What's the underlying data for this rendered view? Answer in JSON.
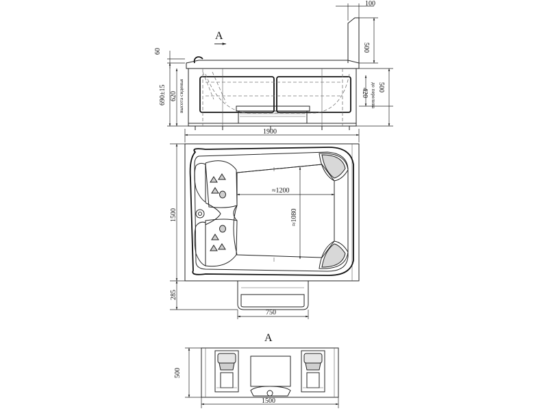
{
  "side_view": {
    "view_marker": "A",
    "dims": {
      "top_width": "100",
      "panel_height": "500",
      "rim": "60",
      "total_height": "690±15",
      "bath_height": "620",
      "overflow_height": "420",
      "right_height": "500"
    },
    "notes": {
      "seat_height": "высота сиденья",
      "to_overflow": "до перелива"
    }
  },
  "top_view": {
    "dims": {
      "length": "1900",
      "width": "1500",
      "inner_length": "≈1200",
      "inner_width": "≈1080",
      "step_width": "750",
      "step_depth": "285"
    }
  },
  "view_a": {
    "title": "A",
    "dims": {
      "height": "500",
      "width": "1500"
    }
  }
}
